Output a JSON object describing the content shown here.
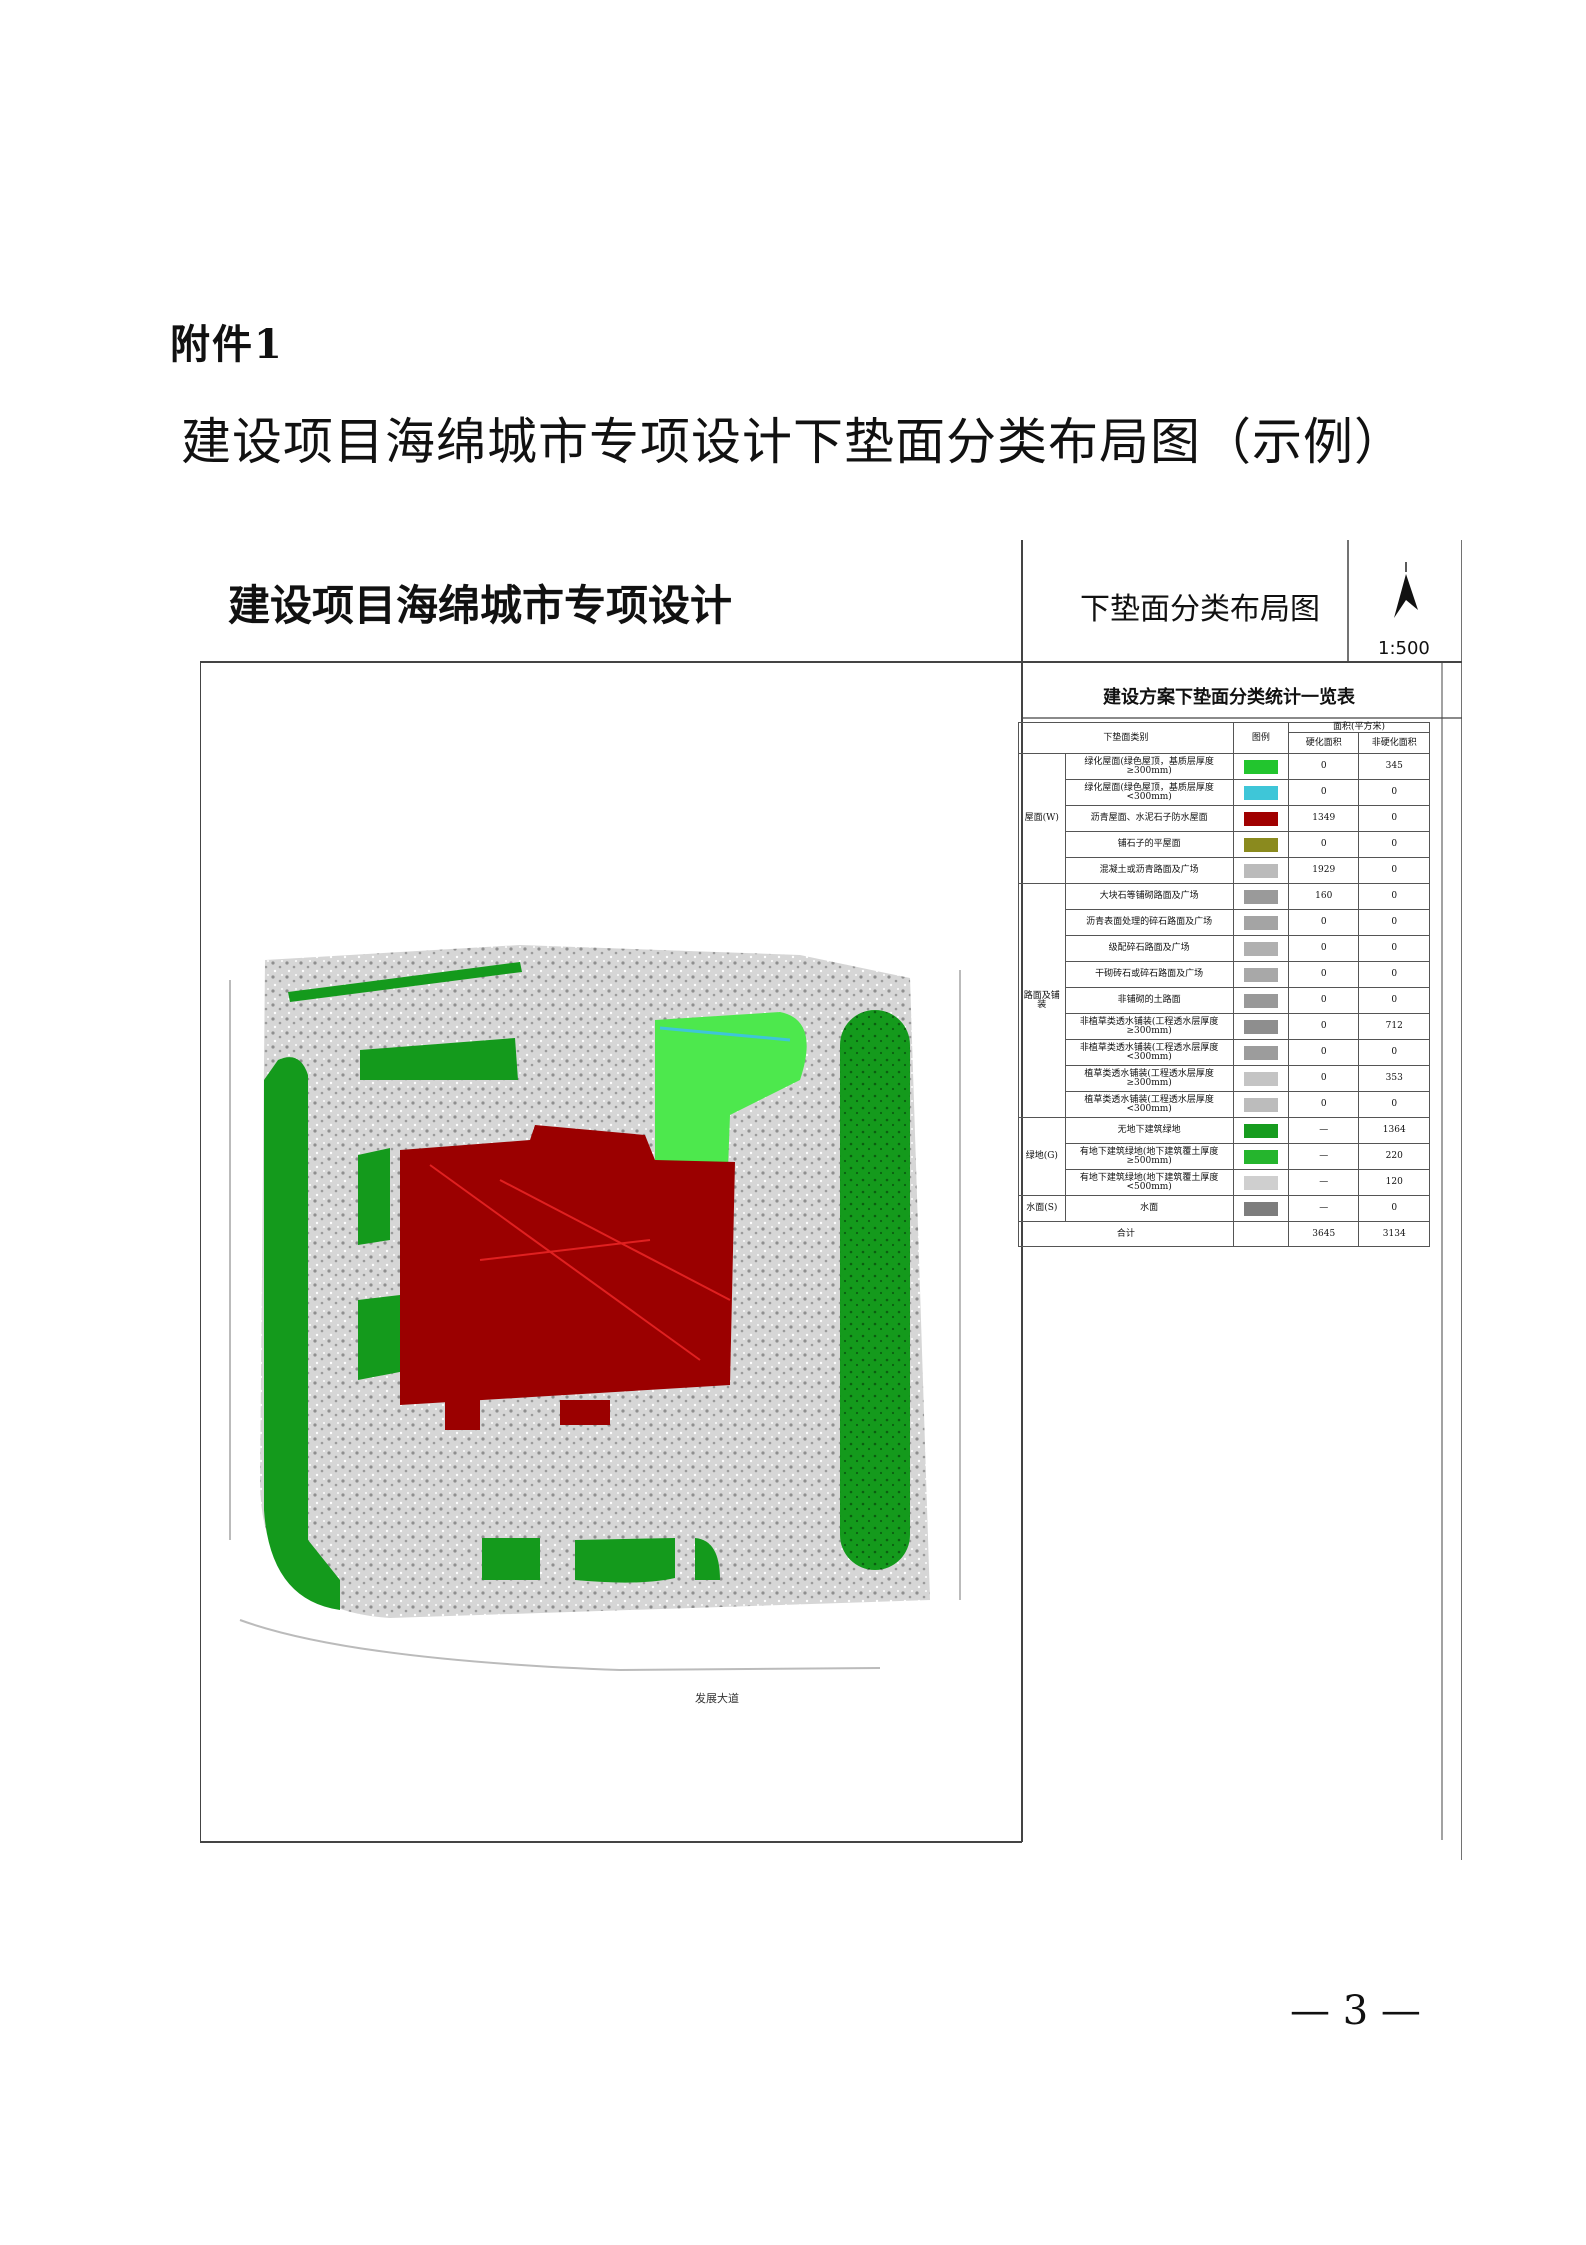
{
  "document": {
    "attachment_label": "附件1",
    "main_title": "建设项目海绵城市专项设计下垫面分类布局图（示例）",
    "page_number": "— 3 —"
  },
  "title_block": {
    "project_name": "建设项目海绵城市专项设计",
    "drawing_title": "下垫面分类布局图",
    "scale": "1:500",
    "north_icon": "north-arrow-icon"
  },
  "site_plan": {
    "road_label": "发展大道"
  },
  "stats_table": {
    "title": "建设方案下垫面分类统计一览表",
    "headers": {
      "category": "下垫面类别",
      "legend": "图例",
      "area_group": "面积(平方米)",
      "hardened": "硬化面积",
      "non_hardened": "非硬化面积"
    },
    "groups": [
      {
        "name": "屋面(W)",
        "rows": [
          {
            "type": "绿化屋面(绿色屋顶，基质层厚度≥300mm)",
            "swatch": "#22c52e",
            "hardened": "0",
            "non_hardened": "345"
          },
          {
            "type": "绿化屋面(绿色屋顶，基质层厚度<300mm)",
            "swatch": "#3ec6d8",
            "hardened": "0",
            "non_hardened": "0"
          },
          {
            "type": "沥青屋面、水泥石子防水屋面",
            "swatch": "#a00000",
            "hardened": "1349",
            "non_hardened": "0"
          },
          {
            "type": "铺石子的平屋面",
            "swatch": "#8a8a1e",
            "hardened": "0",
            "non_hardened": "0"
          },
          {
            "type": "混凝土或沥青路面及广场",
            "swatch": "#bbbbbb",
            "hardened": "1929",
            "non_hardened": "0"
          }
        ]
      },
      {
        "name": "路面及铺装",
        "rows": [
          {
            "type": "大块石等铺砌路面及广场",
            "swatch": "#9a9a9a",
            "hardened": "160",
            "non_hardened": "0"
          },
          {
            "type": "沥青表面处理的碎石路面及广场",
            "swatch": "#a4a4a4",
            "hardened": "0",
            "non_hardened": "0"
          },
          {
            "type": "级配碎石路面及广场",
            "swatch": "#b0b0b0",
            "hardened": "0",
            "non_hardened": "0"
          },
          {
            "type": "干砌砖石或碎石路面及广场",
            "swatch": "#a8a8a8",
            "hardened": "0",
            "non_hardened": "0"
          },
          {
            "type": "非铺砌的土路面",
            "swatch": "#999999",
            "hardened": "0",
            "non_hardened": "0"
          },
          {
            "type": "非植草类透水铺装(工程透水层厚度≥300mm)",
            "swatch": "#8e8e8e",
            "hardened": "0",
            "non_hardened": "712"
          },
          {
            "type": "非植草类透水铺装(工程透水层厚度<300mm)",
            "swatch": "#9c9c9c",
            "hardened": "0",
            "non_hardened": "0"
          },
          {
            "type": "植草类透水铺装(工程透水层厚度≥300mm)",
            "swatch": "#c4c4c4",
            "hardened": "0",
            "non_hardened": "353"
          },
          {
            "type": "植草类透水铺装(工程透水层厚度<300mm)",
            "swatch": "#bcbcbc",
            "hardened": "0",
            "non_hardened": "0"
          }
        ]
      },
      {
        "name": "绿地(G)",
        "rows": [
          {
            "type": "无地下建筑绿地",
            "swatch": "#179c1f",
            "hardened": "—",
            "non_hardened": "1364"
          },
          {
            "type": "有地下建筑绿地(地下建筑覆土厚度≥500mm)",
            "swatch": "#25b52d",
            "hardened": "—",
            "non_hardened": "220"
          },
          {
            "type": "有地下建筑绿地(地下建筑覆土厚度<500mm)",
            "swatch": "#cfcfcf",
            "hardened": "—",
            "non_hardened": "120"
          }
        ]
      },
      {
        "name": "水面(S)",
        "rows": [
          {
            "type": "水面",
            "swatch": "#7d7d7d",
            "hardened": "—",
            "non_hardened": "0"
          }
        ]
      }
    ],
    "total": {
      "label": "合计",
      "hardened": "3645",
      "non_hardened": "3134"
    }
  }
}
